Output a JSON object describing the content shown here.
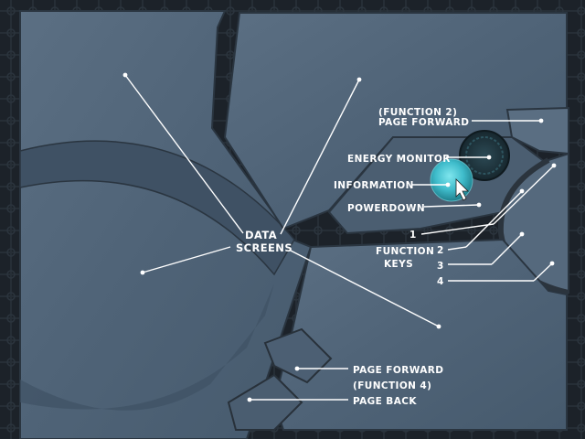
{
  "labels": {
    "function2": "(FUNCTION 2)",
    "page_forward_top": "PAGE FORWARD",
    "energy_monitor": "ENERGY MONITOR",
    "information": "INFORMATION",
    "powerdown": "POWERDOWN",
    "function_keys_line1": "FUNCTION",
    "function_keys_line2": "KEYS",
    "key1": "1",
    "key2": "2",
    "key3": "3",
    "key4": "4",
    "data_screens_line1": "DATA",
    "data_screens_line2": "SCREENS",
    "page_forward_bottom": "PAGE FORWARD",
    "function4": "(FUNCTION 4)",
    "page_back": "PAGE BACK"
  },
  "colors": {
    "background": "#1b2128",
    "panel": "#51657a",
    "panel_light": "#5e7386",
    "glow_button": "#42c3cf",
    "label": "#ffffff"
  },
  "icons": {
    "cursor": "arrow-cursor-icon",
    "energy_monitor": "dial-icon",
    "information": "glowing-orb-icon"
  }
}
